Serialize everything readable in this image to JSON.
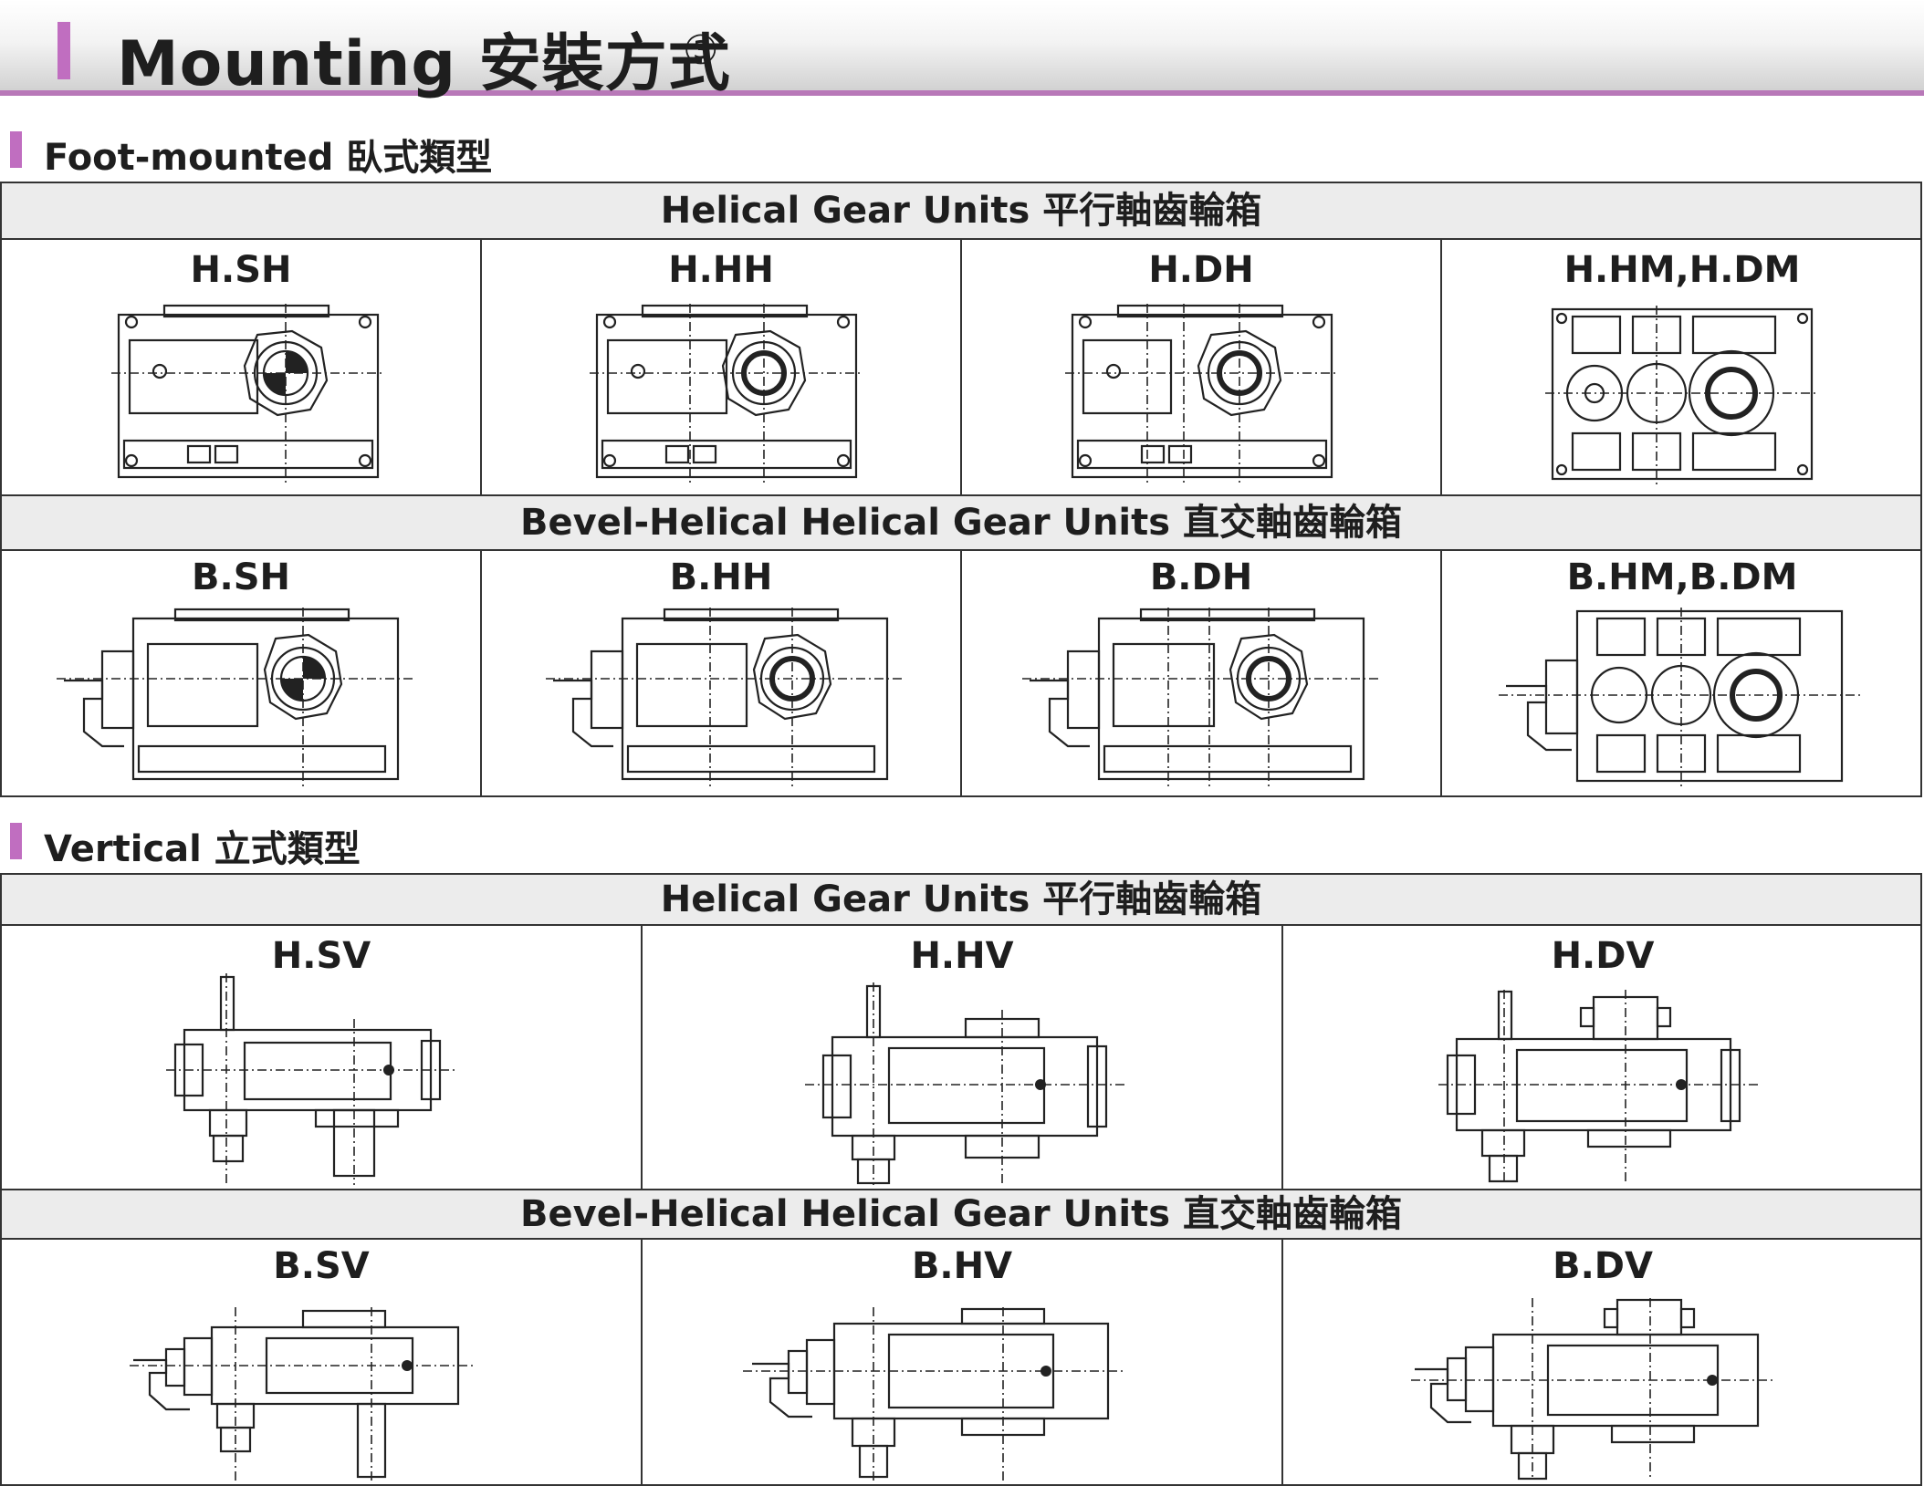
{
  "header": {
    "title": "Mounting  安裝方式",
    "page_marker": "③"
  },
  "sections": [
    {
      "title": "Foot-mounted  臥式類型",
      "groups": [
        {
          "title": "Helical Gear Units  平行軸齒輪箱",
          "items": [
            "H.SH",
            "H.HH",
            "H.DH",
            "H.HM,H.DM"
          ]
        },
        {
          "title": "Bevel-Helical Helical Gear Units  直交軸齒輪箱",
          "items": [
            "B.SH",
            "B.HH",
            "B.DH",
            "B.HM,B.DM"
          ]
        }
      ]
    },
    {
      "title": "Vertical  立式類型",
      "groups": [
        {
          "title": "Helical Gear Units  平行軸齒輪箱",
          "items": [
            "H.SV",
            "H.HV",
            "H.DV"
          ]
        },
        {
          "title": "Bevel-Helical Helical Gear Units  直交軸齒輪箱",
          "items": [
            "B.SV",
            "B.HV",
            "B.DV"
          ]
        }
      ]
    }
  ],
  "colors": {
    "accent": "#c06ec0",
    "band": "#ececec",
    "line": "#333333"
  }
}
